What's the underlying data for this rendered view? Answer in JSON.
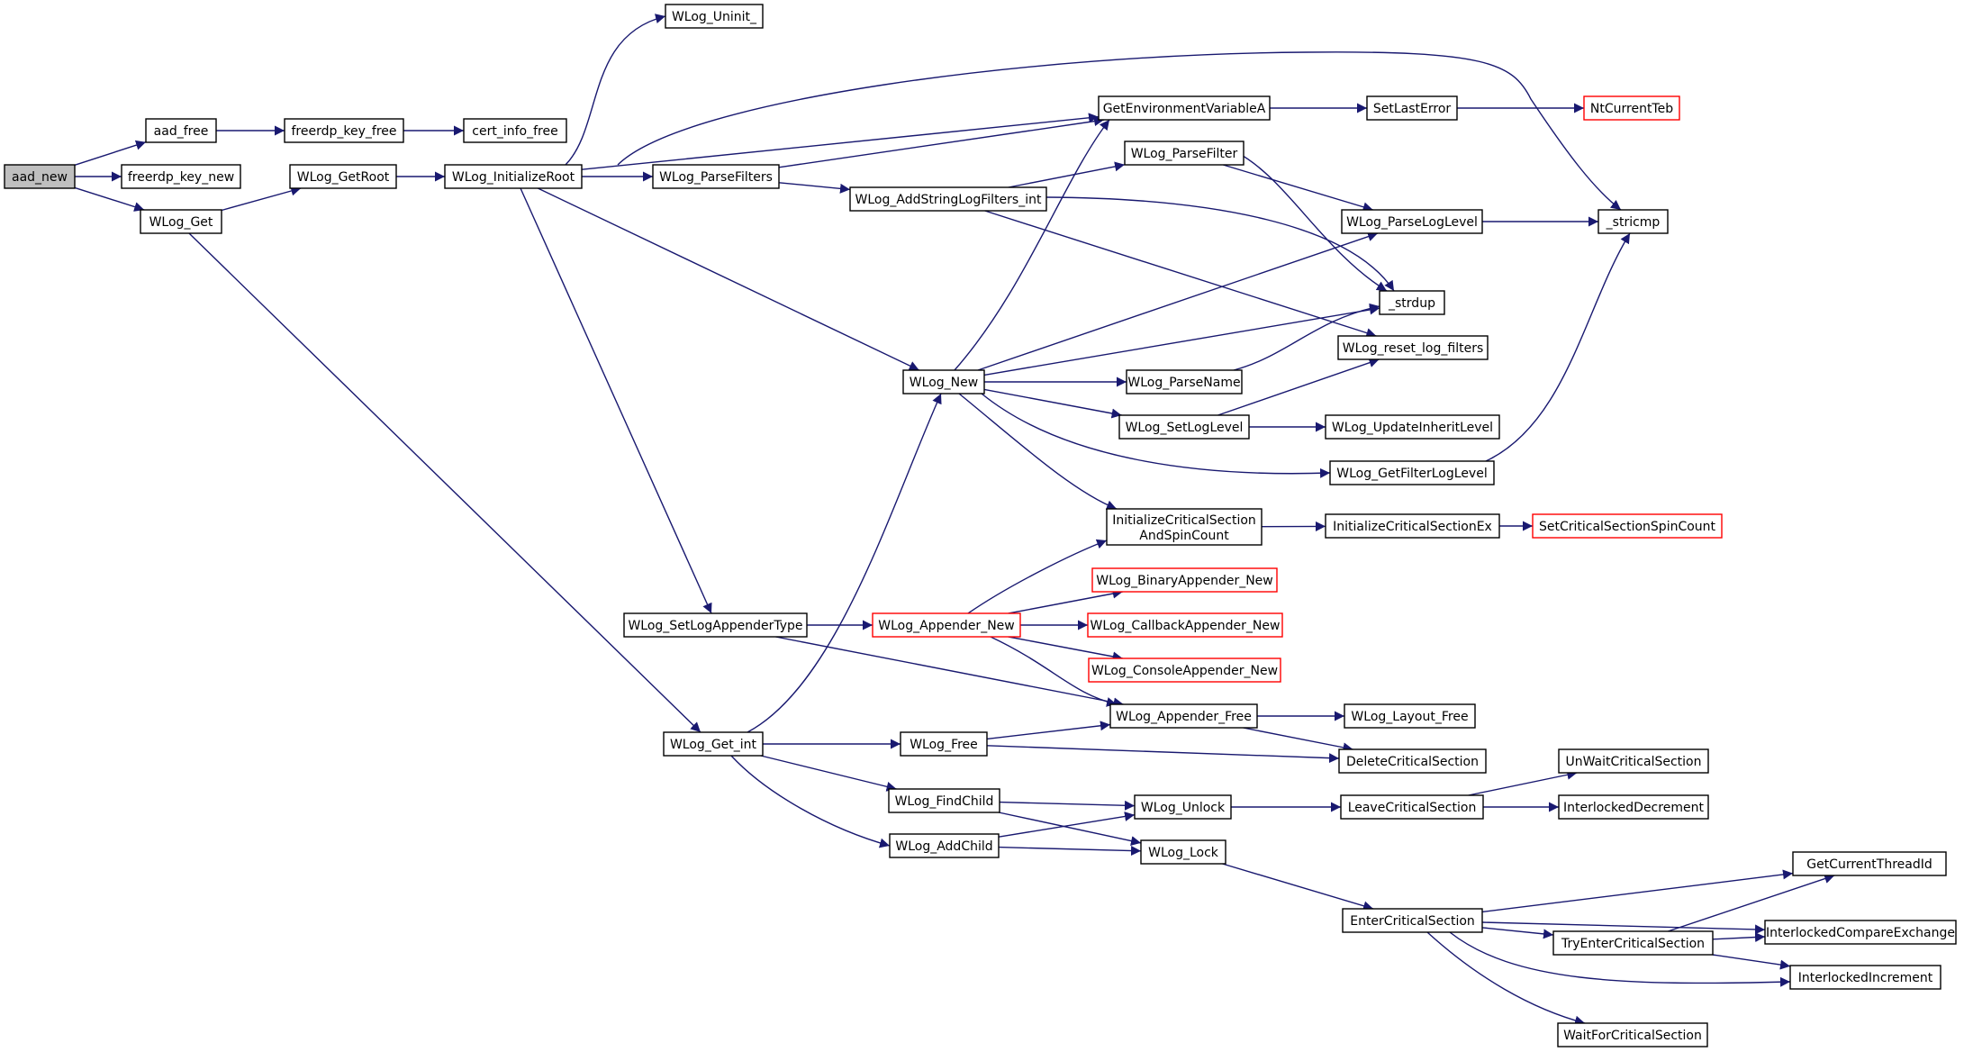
{
  "graph": {
    "colors": {
      "edge": "#191970",
      "node_border": "#000000",
      "node_border_truncated": "#ff0000",
      "node_fill": "#ffffff",
      "root_fill": "#bfbfbf"
    },
    "nodes": [
      {
        "id": "aad_new",
        "label": "aad_new",
        "root": true
      },
      {
        "id": "aad_free",
        "label": "aad_free"
      },
      {
        "id": "freerdp_key_new",
        "label": "freerdp_key_new"
      },
      {
        "id": "WLog_Get",
        "label": "WLog_Get"
      },
      {
        "id": "freerdp_key_free",
        "label": "freerdp_key_free"
      },
      {
        "id": "cert_info_free",
        "label": "cert_info_free"
      },
      {
        "id": "WLog_GetRoot",
        "label": "WLog_GetRoot"
      },
      {
        "id": "WLog_InitializeRoot",
        "label": "WLog_InitializeRoot"
      },
      {
        "id": "WLog_Uninit_",
        "label": "WLog_Uninit_"
      },
      {
        "id": "WLog_ParseFilters",
        "label": "WLog_ParseFilters"
      },
      {
        "id": "WLog_AddStringLogFilters_int",
        "label": "WLog_AddStringLogFilters_int"
      },
      {
        "id": "GetEnvironmentVariableA",
        "label": "GetEnvironmentVariableA"
      },
      {
        "id": "SetLastError",
        "label": "SetLastError"
      },
      {
        "id": "NtCurrentTeb",
        "label": "NtCurrentTeb",
        "truncated": true
      },
      {
        "id": "WLog_ParseFilter",
        "label": "WLog_ParseFilter"
      },
      {
        "id": "WLog_ParseLogLevel",
        "label": "WLog_ParseLogLevel"
      },
      {
        "id": "_stricmp",
        "label": "_stricmp"
      },
      {
        "id": "_strdup",
        "label": "_strdup"
      },
      {
        "id": "WLog_reset_log_filters",
        "label": "WLog_reset_log_filters"
      },
      {
        "id": "WLog_New",
        "label": "WLog_New"
      },
      {
        "id": "WLog_ParseName",
        "label": "WLog_ParseName"
      },
      {
        "id": "WLog_SetLogLevel",
        "label": "WLog_SetLogLevel"
      },
      {
        "id": "WLog_UpdateInheritLevel",
        "label": "WLog_UpdateInheritLevel"
      },
      {
        "id": "WLog_GetFilterLogLevel",
        "label": "WLog_GetFilterLogLevel"
      },
      {
        "id": "InitializeCriticalSectionAndSpinCount",
        "label": "InitializeCriticalSection",
        "label2": "AndSpinCount"
      },
      {
        "id": "InitializeCriticalSectionEx",
        "label": "InitializeCriticalSectionEx"
      },
      {
        "id": "SetCriticalSectionSpinCount",
        "label": "SetCriticalSectionSpinCount",
        "truncated": true
      },
      {
        "id": "WLog_SetLogAppenderType",
        "label": "WLog_SetLogAppenderType"
      },
      {
        "id": "WLog_Appender_New",
        "label": "WLog_Appender_New",
        "truncated": true
      },
      {
        "id": "WLog_BinaryAppender_New",
        "label": "WLog_BinaryAppender_New",
        "truncated": true
      },
      {
        "id": "WLog_CallbackAppender_New",
        "label": "WLog_CallbackAppender_New",
        "truncated": true
      },
      {
        "id": "WLog_ConsoleAppender_New",
        "label": "WLog_ConsoleAppender_New",
        "truncated": true
      },
      {
        "id": "WLog_Appender_Free",
        "label": "WLog_Appender_Free"
      },
      {
        "id": "WLog_Layout_Free",
        "label": "WLog_Layout_Free"
      },
      {
        "id": "WLog_Get_int",
        "label": "WLog_Get_int"
      },
      {
        "id": "WLog_Free",
        "label": "WLog_Free"
      },
      {
        "id": "DeleteCriticalSection",
        "label": "DeleteCriticalSection"
      },
      {
        "id": "WLog_FindChild",
        "label": "WLog_FindChild"
      },
      {
        "id": "WLog_Unlock",
        "label": "WLog_Unlock"
      },
      {
        "id": "LeaveCriticalSection",
        "label": "LeaveCriticalSection"
      },
      {
        "id": "UnWaitCriticalSection",
        "label": "UnWaitCriticalSection"
      },
      {
        "id": "InterlockedDecrement",
        "label": "InterlockedDecrement"
      },
      {
        "id": "WLog_AddChild",
        "label": "WLog_AddChild"
      },
      {
        "id": "WLog_Lock",
        "label": "WLog_Lock"
      },
      {
        "id": "EnterCriticalSection",
        "label": "EnterCriticalSection"
      },
      {
        "id": "GetCurrentThreadId",
        "label": "GetCurrentThreadId"
      },
      {
        "id": "TryEnterCriticalSection",
        "label": "TryEnterCriticalSection"
      },
      {
        "id": "InterlockedCompareExchange",
        "label": "InterlockedCompareExchange"
      },
      {
        "id": "InterlockedIncrement",
        "label": "InterlockedIncrement"
      },
      {
        "id": "WaitForCriticalSection",
        "label": "WaitForCriticalSection"
      }
    ],
    "edges": [
      {
        "from": "aad_new",
        "to": "aad_free"
      },
      {
        "from": "aad_new",
        "to": "freerdp_key_new"
      },
      {
        "from": "aad_new",
        "to": "WLog_Get"
      },
      {
        "from": "aad_free",
        "to": "freerdp_key_free"
      },
      {
        "from": "freerdp_key_free",
        "to": "cert_info_free"
      },
      {
        "from": "WLog_Get",
        "to": "WLog_GetRoot"
      },
      {
        "from": "WLog_Get",
        "to": "WLog_Get_int"
      },
      {
        "from": "WLog_GetRoot",
        "to": "WLog_InitializeRoot"
      },
      {
        "from": "WLog_InitializeRoot",
        "to": "WLog_Uninit_"
      },
      {
        "from": "WLog_InitializeRoot",
        "to": "_stricmp"
      },
      {
        "from": "WLog_InitializeRoot",
        "to": "GetEnvironmentVariableA"
      },
      {
        "from": "WLog_InitializeRoot",
        "to": "WLog_ParseFilters"
      },
      {
        "from": "WLog_InitializeRoot",
        "to": "WLog_New"
      },
      {
        "from": "WLog_InitializeRoot",
        "to": "WLog_SetLogAppenderType"
      },
      {
        "from": "WLog_ParseFilters",
        "to": "GetEnvironmentVariableA"
      },
      {
        "from": "WLog_ParseFilters",
        "to": "WLog_AddStringLogFilters_int"
      },
      {
        "from": "GetEnvironmentVariableA",
        "to": "SetLastError"
      },
      {
        "from": "SetLastError",
        "to": "NtCurrentTeb"
      },
      {
        "from": "WLog_AddStringLogFilters_int",
        "to": "WLog_ParseFilter"
      },
      {
        "from": "WLog_AddStringLogFilters_int",
        "to": "_strdup"
      },
      {
        "from": "WLog_AddStringLogFilters_int",
        "to": "WLog_reset_log_filters"
      },
      {
        "from": "WLog_ParseFilter",
        "to": "WLog_ParseLogLevel"
      },
      {
        "from": "WLog_ParseFilter",
        "to": "_strdup"
      },
      {
        "from": "WLog_ParseLogLevel",
        "to": "_stricmp"
      },
      {
        "from": "WLog_New",
        "to": "GetEnvironmentVariableA"
      },
      {
        "from": "WLog_New",
        "to": "WLog_ParseLogLevel"
      },
      {
        "from": "WLog_New",
        "to": "_strdup"
      },
      {
        "from": "WLog_New",
        "to": "WLog_ParseName"
      },
      {
        "from": "WLog_New",
        "to": "WLog_SetLogLevel"
      },
      {
        "from": "WLog_New",
        "to": "WLog_GetFilterLogLevel"
      },
      {
        "from": "WLog_New",
        "to": "InitializeCriticalSectionAndSpinCount"
      },
      {
        "from": "WLog_ParseName",
        "to": "_strdup"
      },
      {
        "from": "WLog_SetLogLevel",
        "to": "WLog_reset_log_filters"
      },
      {
        "from": "WLog_SetLogLevel",
        "to": "WLog_UpdateInheritLevel"
      },
      {
        "from": "WLog_GetFilterLogLevel",
        "to": "_stricmp"
      },
      {
        "from": "InitializeCriticalSectionAndSpinCount",
        "to": "InitializeCriticalSectionEx"
      },
      {
        "from": "InitializeCriticalSectionEx",
        "to": "SetCriticalSectionSpinCount"
      },
      {
        "from": "WLog_SetLogAppenderType",
        "to": "WLog_Appender_New"
      },
      {
        "from": "WLog_SetLogAppenderType",
        "to": "WLog_Appender_Free"
      },
      {
        "from": "WLog_Appender_New",
        "to": "InitializeCriticalSectionAndSpinCount"
      },
      {
        "from": "WLog_Appender_New",
        "to": "WLog_BinaryAppender_New"
      },
      {
        "from": "WLog_Appender_New",
        "to": "WLog_CallbackAppender_New"
      },
      {
        "from": "WLog_Appender_New",
        "to": "WLog_ConsoleAppender_New"
      },
      {
        "from": "WLog_Appender_New",
        "to": "WLog_Appender_Free"
      },
      {
        "from": "WLog_Appender_Free",
        "to": "WLog_Layout_Free"
      },
      {
        "from": "WLog_Appender_Free",
        "to": "DeleteCriticalSection"
      },
      {
        "from": "WLog_Get_int",
        "to": "WLog_New"
      },
      {
        "from": "WLog_Get_int",
        "to": "WLog_Free"
      },
      {
        "from": "WLog_Get_int",
        "to": "WLog_FindChild"
      },
      {
        "from": "WLog_Get_int",
        "to": "WLog_AddChild"
      },
      {
        "from": "WLog_Free",
        "to": "WLog_Appender_Free"
      },
      {
        "from": "WLog_Free",
        "to": "DeleteCriticalSection"
      },
      {
        "from": "WLog_FindChild",
        "to": "WLog_Unlock"
      },
      {
        "from": "WLog_FindChild",
        "to": "WLog_Lock"
      },
      {
        "from": "WLog_AddChild",
        "to": "WLog_Unlock"
      },
      {
        "from": "WLog_AddChild",
        "to": "WLog_Lock"
      },
      {
        "from": "WLog_Unlock",
        "to": "LeaveCriticalSection"
      },
      {
        "from": "LeaveCriticalSection",
        "to": "UnWaitCriticalSection"
      },
      {
        "from": "LeaveCriticalSection",
        "to": "InterlockedDecrement"
      },
      {
        "from": "WLog_Lock",
        "to": "EnterCriticalSection"
      },
      {
        "from": "EnterCriticalSection",
        "to": "GetCurrentThreadId"
      },
      {
        "from": "EnterCriticalSection",
        "to": "InterlockedCompareExchange"
      },
      {
        "from": "EnterCriticalSection",
        "to": "TryEnterCriticalSection"
      },
      {
        "from": "EnterCriticalSection",
        "to": "InterlockedIncrement"
      },
      {
        "from": "EnterCriticalSection",
        "to": "WaitForCriticalSection"
      },
      {
        "from": "TryEnterCriticalSection",
        "to": "GetCurrentThreadId"
      },
      {
        "from": "TryEnterCriticalSection",
        "to": "InterlockedCompareExchange"
      },
      {
        "from": "TryEnterCriticalSection",
        "to": "InterlockedIncrement"
      }
    ]
  }
}
